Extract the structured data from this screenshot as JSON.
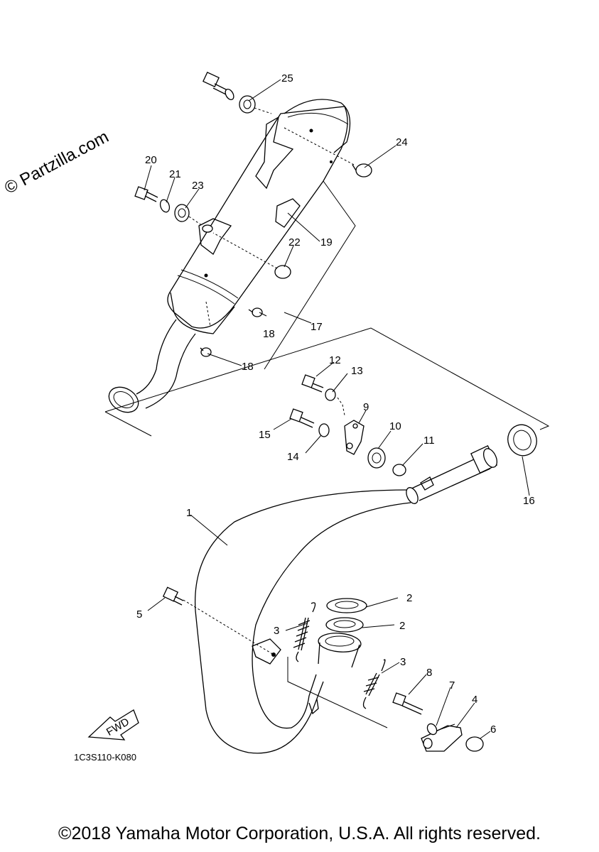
{
  "watermark": "© Partzilla.com",
  "diagram_code": "1C3S110-K080",
  "copyright": "©2018 Yamaha Motor Corporation, U.S.A. All rights reserved.",
  "fwd_label": "FWD",
  "callouts": {
    "c1": "1",
    "c2a": "2",
    "c2b": "2",
    "c3a": "3",
    "c3b": "3",
    "c4": "4",
    "c5": "5",
    "c6": "6",
    "c7": "7",
    "c8": "8",
    "c9": "9",
    "c10": "10",
    "c11": "11",
    "c12": "12",
    "c13": "13",
    "c14": "14",
    "c15": "15",
    "c16": "16",
    "c17": "17",
    "c18a": "18",
    "c18b": "18",
    "c19": "19",
    "c20": "20",
    "c21": "21",
    "c22": "22",
    "c23": "23",
    "c24": "24",
    "c25": "25"
  }
}
